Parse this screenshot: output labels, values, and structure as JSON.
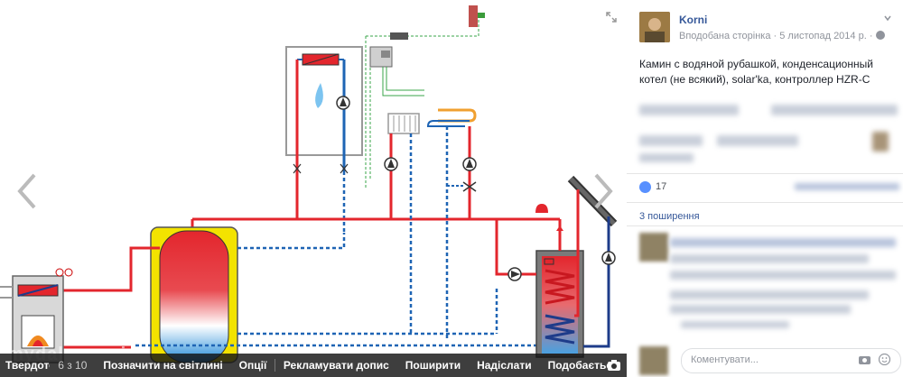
{
  "photo": {
    "title": "Твердотопли",
    "counter": "6 з 10",
    "watermark": "mydalexxoni",
    "actions": [
      "Позначити на світлині",
      "Опції",
      "Рекламувати допис",
      "Поширити",
      "Надіслати",
      "Подобається"
    ]
  },
  "post": {
    "page_name": "Korni",
    "meta_type": "Вподобана сторінка",
    "meta_dot": " · ",
    "date": "5 листопад 2014 р.",
    "meta_tail": " · ",
    "text": "Камин с водяной рубашкой, конденсационный котел (не всякий), solar'ka, контроллер HZR-C",
    "likes": "17",
    "shares": "3 поширення",
    "comment_placeholder": "Коментувати..."
  },
  "colors": {
    "hot": "#e3262d",
    "cold": "#1e64b4",
    "tank_yellow": "#f3e300",
    "link": "#365899",
    "like_blue": "#5890ff"
  }
}
